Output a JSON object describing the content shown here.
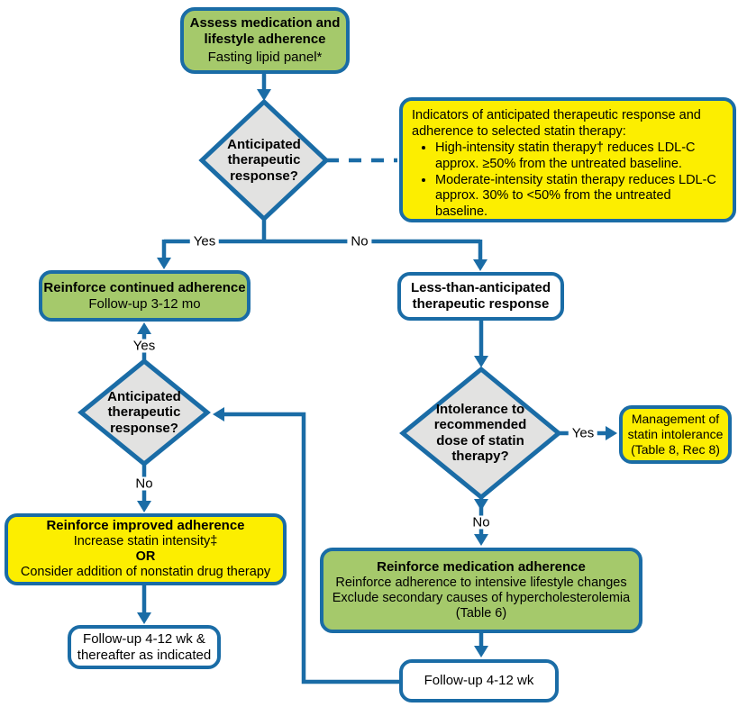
{
  "labels": {
    "yes": "Yes",
    "no": "No"
  },
  "colors": {
    "blue": "#1a6ca6",
    "green": "#a5c96b",
    "yellow": "#fcee00",
    "gray": "#e2e2e1"
  },
  "nodes": {
    "assess": {
      "title": "Assess medication and lifestyle adherence",
      "subtitle": "Fasting lipid panel*"
    },
    "anticipated_response_top": {
      "question": "Anticipated therapeutic response?"
    },
    "indicators": {
      "intro": "Indicators of anticipated therapeutic response and adherence to selected statin therapy:",
      "bullets": [
        "High-intensity statin therapy† reduces LDL-C approx. ≥50% from the untreated baseline.",
        "Moderate-intensity statin therapy reduces LDL-C approx. 30% to <50% from the untreated baseline."
      ]
    },
    "reinforce_continued": {
      "title": "Reinforce continued adherence",
      "subtitle": "Follow-up 3-12 mo"
    },
    "less_than_anticipated": {
      "title": "Less-than-anticipated therapeutic response"
    },
    "anticipated_response_left": {
      "question": "Anticipated therapeutic response?"
    },
    "intolerance": {
      "question": "Intolerance to recommended dose of statin therapy?"
    },
    "management_intolerance": {
      "text": "Management of statin intolerance (Table 8, Rec 8)"
    },
    "reinforce_improved": {
      "title": "Reinforce improved adherence",
      "line2": "Increase statin intensity‡",
      "line3": "OR",
      "line4": "Consider addition of nonstatin drug therapy"
    },
    "followup_thereafter": {
      "text": "Follow-up 4-12 wk & thereafter as indicated"
    },
    "reinforce_medication": {
      "title": "Reinforce medication adherence",
      "line2": "Reinforce adherence to intensive lifestyle changes",
      "line3": "Exclude secondary causes of hypercholesterolemia (Table 6)"
    },
    "followup": {
      "text": "Follow-up 4-12 wk"
    }
  }
}
